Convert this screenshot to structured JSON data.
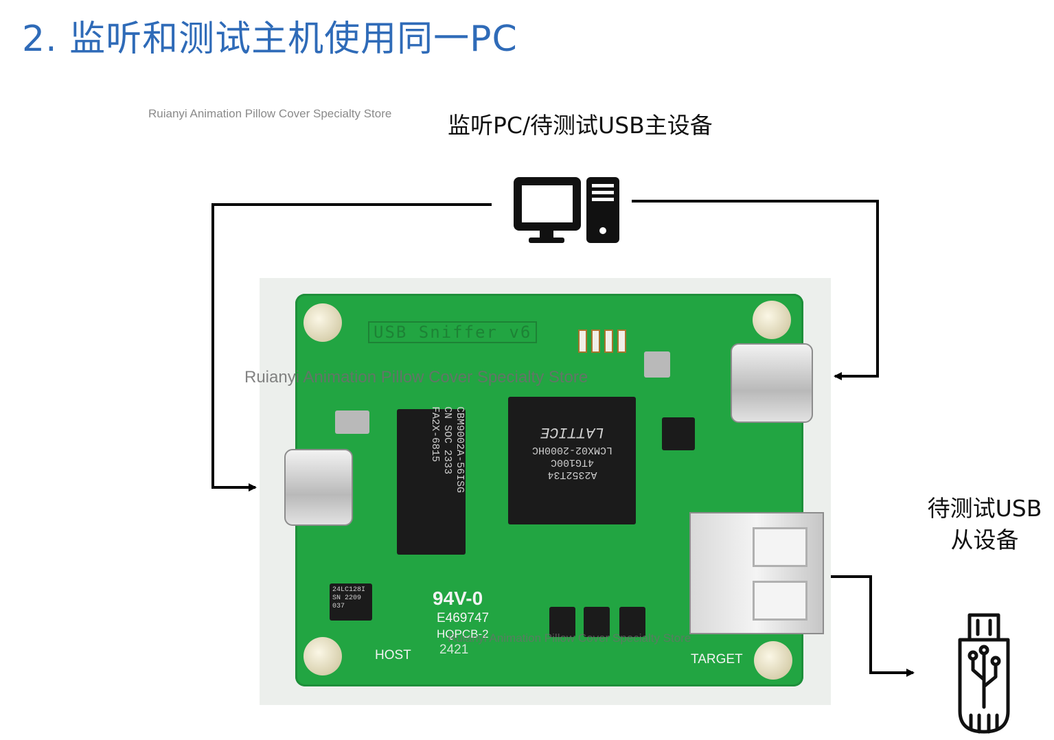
{
  "slide": {
    "title": "2. 监听和测试主机使用同一PC"
  },
  "watermarks": {
    "top": "Ruianyi Animation Pillow Cover Specialty Store",
    "middle": "Ruianyi Animation Pillow Cover Specialty Store",
    "bottom": "Ruianyi Animation Pillow Cover Specialty Store"
  },
  "labels": {
    "host": "监听PC/待测试USB主设备",
    "device_line1": "待测试USB",
    "device_line2": "从设备"
  },
  "icons": {
    "pc": "desktop-computer-icon",
    "usb_device": "usb-stick-icon"
  },
  "board": {
    "title": "USB Sniffer v6",
    "host_label": "HOST",
    "target_label": "TARGET",
    "rating": "94V-0",
    "cert": "E469747",
    "pcb": "HQPCB-2",
    "date": "2421",
    "colors": {
      "pcb": "#22a542",
      "accent_title": "#2f6bb8"
    },
    "chips": {
      "fpga": [
        "A2352T34",
        "4TG100C",
        "LCMX02-2000HC",
        "LATTICE"
      ],
      "usb_phy": [
        "CBM9002A-56ISG",
        "CN  SOC  2333",
        "FA2X-6815"
      ],
      "eeprom": [
        "24LC128I",
        "SN 2209",
        "037"
      ]
    }
  }
}
